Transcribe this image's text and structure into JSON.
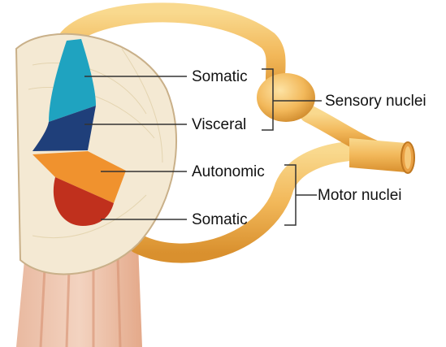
{
  "labels": {
    "somatic_sensory": "Somatic",
    "visceral": "Visceral",
    "autonomic": "Autonomic",
    "somatic_motor": "Somatic",
    "sensory_nuclei": "Sensory nuclei",
    "motor_nuclei": "Motor nuclei"
  },
  "colors": {
    "somatic_sensory": "#1fa3c0",
    "visceral": "#1f3f7a",
    "autonomic": "#f0922e",
    "somatic_motor": "#c0301d",
    "nerve": "#f2b85a",
    "cord": "#f4e9d3"
  }
}
